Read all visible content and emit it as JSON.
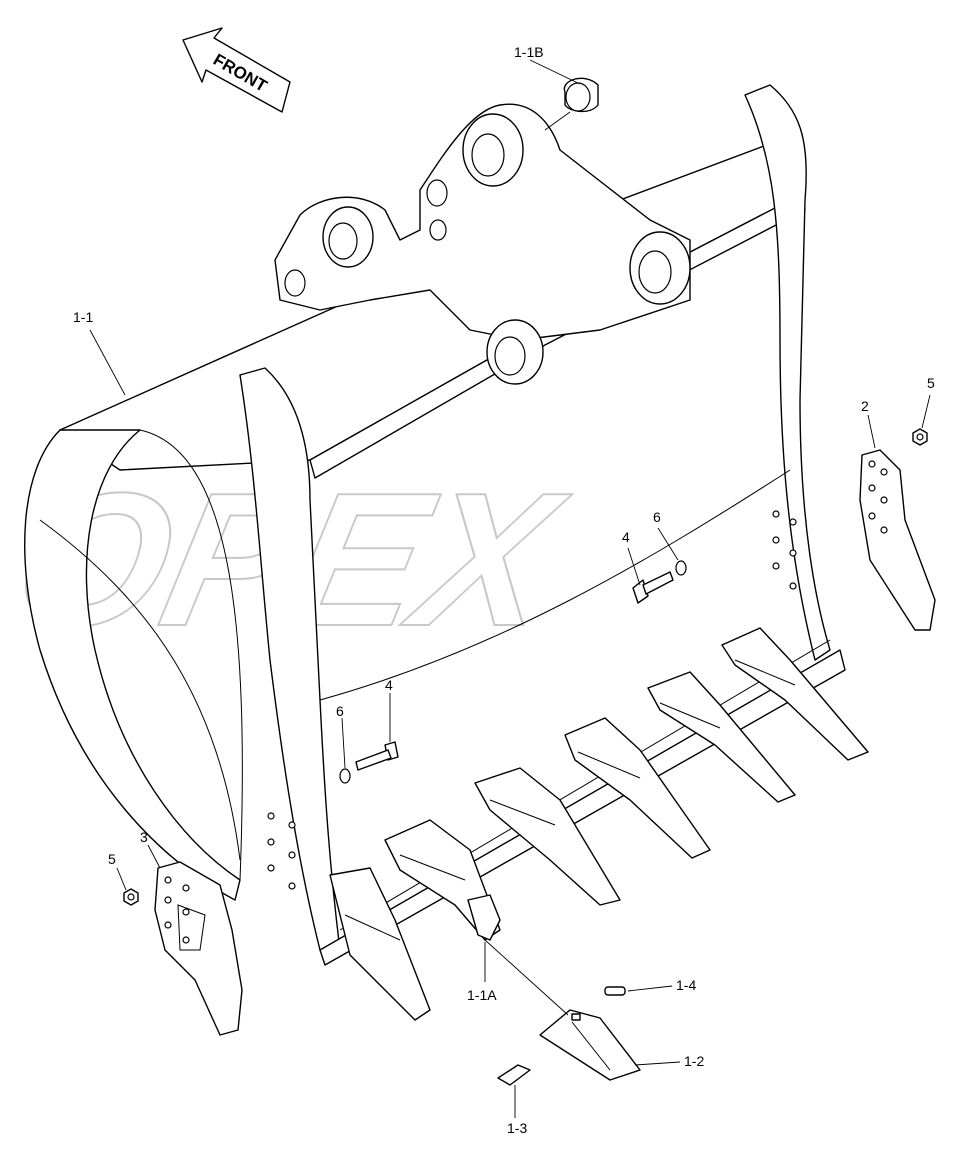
{
  "watermark": "OPEX",
  "front_arrow": {
    "text": "FRONT"
  },
  "callouts": [
    {
      "id": "c-1-1B",
      "text": "1-1B"
    },
    {
      "id": "c-1-1",
      "text": "1-1"
    },
    {
      "id": "c-2",
      "text": "2"
    },
    {
      "id": "c-5a",
      "text": "5"
    },
    {
      "id": "c-6a",
      "text": "6"
    },
    {
      "id": "c-4a",
      "text": "4"
    },
    {
      "id": "c-4b",
      "text": "4"
    },
    {
      "id": "c-6b",
      "text": "6"
    },
    {
      "id": "c-3",
      "text": "3"
    },
    {
      "id": "c-5b",
      "text": "5"
    },
    {
      "id": "c-1-1A",
      "text": "1-1A"
    },
    {
      "id": "c-1-4",
      "text": "1-4"
    },
    {
      "id": "c-1-2",
      "text": "1-2"
    },
    {
      "id": "c-1-3",
      "text": "1-3"
    }
  ]
}
